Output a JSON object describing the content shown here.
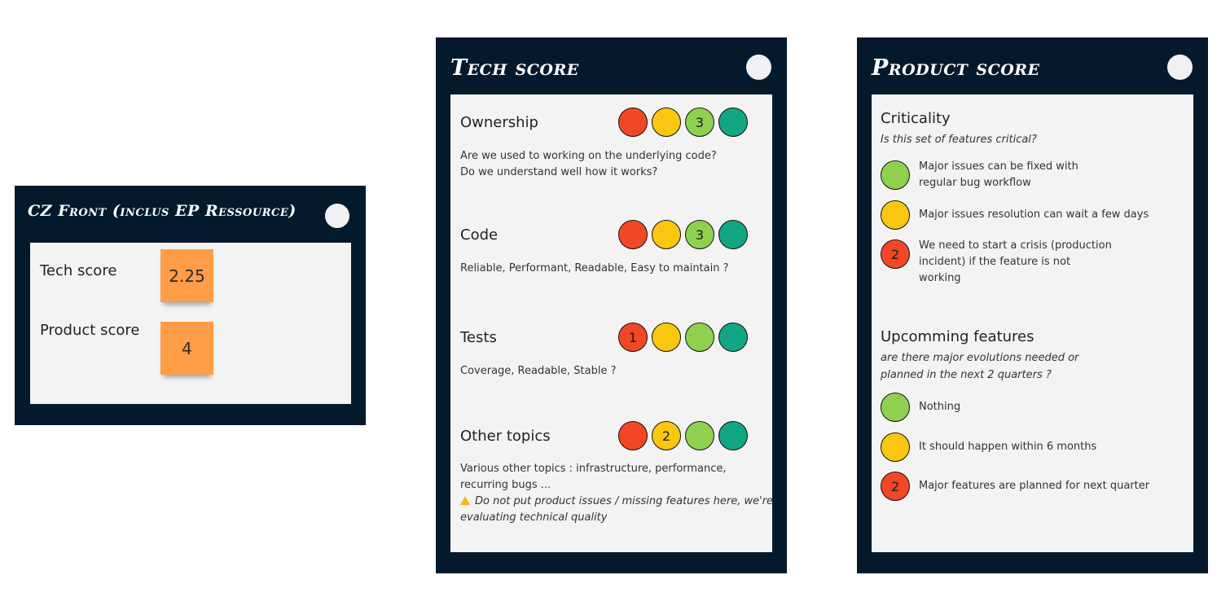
{
  "summary": {
    "title": "CZ Front (inclus EP Ressource)",
    "tech_label": "Tech score",
    "tech_value": "2.25",
    "product_label": "Product score",
    "product_value": "4"
  },
  "tech": {
    "title": "Tech score",
    "sections": [
      {
        "label": "Ownership",
        "desc_line1": "Are we used to working on the underlying code?",
        "desc_line2": "Do we understand well how it works?",
        "circles": [
          "",
          "",
          "3",
          ""
        ]
      },
      {
        "label": "Code",
        "desc_line1": "Reliable, Performant, Readable, Easy to maintain ?",
        "circles": [
          "",
          "",
          "3",
          ""
        ]
      },
      {
        "label": "Tests",
        "desc_line1": "Coverage, Readable, Stable ?",
        "circles": [
          "1",
          "",
          "",
          ""
        ]
      },
      {
        "label": "Other topics",
        "desc_line1": "Various other topics : infrastructure, performance,",
        "desc_line2": "recurring bugs ...",
        "warn_line1": "Do not put product issues / missing features here, we're",
        "warn_line2": "evaluating technical quality",
        "circles": [
          "",
          "2",
          "",
          ""
        ]
      }
    ]
  },
  "product": {
    "title": "Product score",
    "criticality": {
      "heading": "Criticality",
      "question": "Is this set of features critical?",
      "options": [
        {
          "text": "Major issues can be fixed with regular bug workflow",
          "value": ""
        },
        {
          "text": "Major issues resolution can wait a few days",
          "value": ""
        },
        {
          "text": "We need to start a crisis (production incident) if the feature is not working",
          "value": "2"
        }
      ]
    },
    "upcoming": {
      "heading": "Upcomming features",
      "question_line1": "are there major evolutions needed or",
      "question_line2": "planned in the next 2 quarters ?",
      "options": [
        {
          "text": "Nothing",
          "value": ""
        },
        {
          "text": "It should happen within 6 months",
          "value": ""
        },
        {
          "text": "Major features are planned for next quarter",
          "value": "2"
        }
      ]
    }
  },
  "colors": {
    "frame": "#041a2c",
    "panel": "#f3f3f4",
    "red": "#f24726",
    "yellow": "#fac710",
    "green": "#8fd14f",
    "teal": "#12a584",
    "sticky": "#ff9c46"
  },
  "icons": {
    "warning": "warning-icon",
    "toggle": "toggle-circle"
  }
}
